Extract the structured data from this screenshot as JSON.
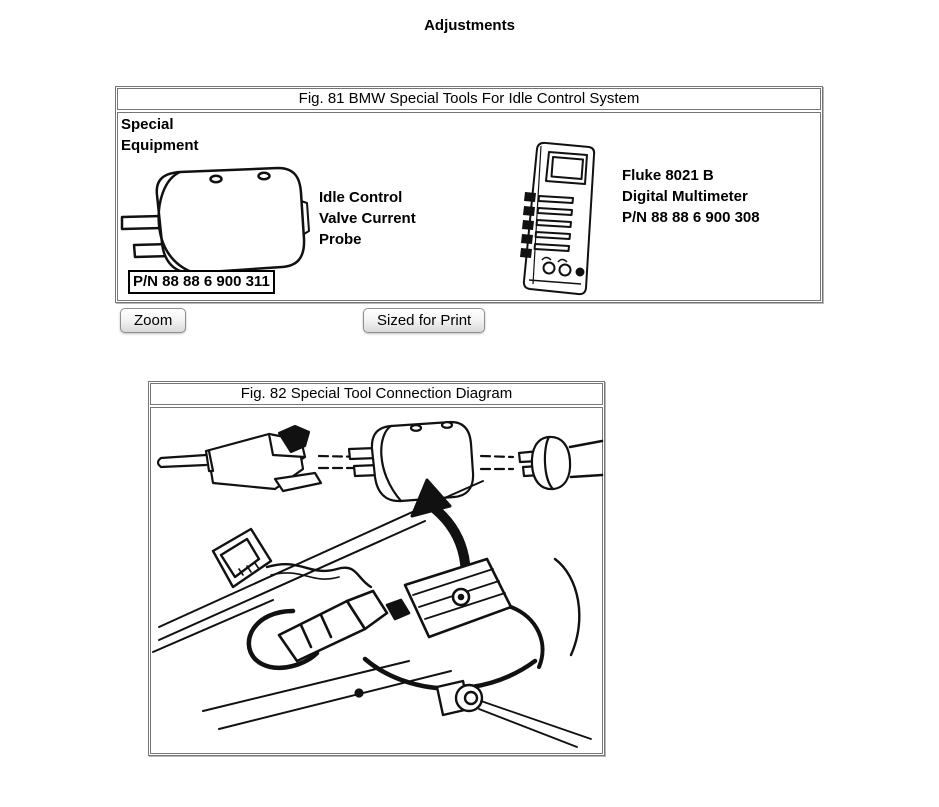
{
  "page": {
    "title": "Adjustments"
  },
  "colors": {
    "table_border": "#767676",
    "text": "#000000",
    "pn_box_border": "#000000",
    "button_border": "#8e8e8e",
    "line_art": "#111111"
  },
  "fig81": {
    "caption": "Fig. 81 BMW Special Tools For Idle Control System",
    "equipment_label": [
      "Special",
      "Equipment"
    ],
    "probe": {
      "icon": "idle-control-valve-current-probe-illustration",
      "label": [
        "Idle Control",
        "Valve Current",
        "Probe"
      ],
      "part_number": "P/N 88 88 6 900 311"
    },
    "multimeter": {
      "icon": "digital-multimeter-illustration",
      "label": [
        "Fluke 8021 B",
        "Digital Multimeter",
        "P/N 88 88 6 900 308"
      ]
    }
  },
  "toolbar": {
    "zoom_label": "Zoom",
    "sized_for_print_label": "Sized for Print"
  },
  "fig82": {
    "caption": "Fig. 82 Special Tool Connection Diagram",
    "icon": "special-tool-connection-diagram-illustration"
  }
}
